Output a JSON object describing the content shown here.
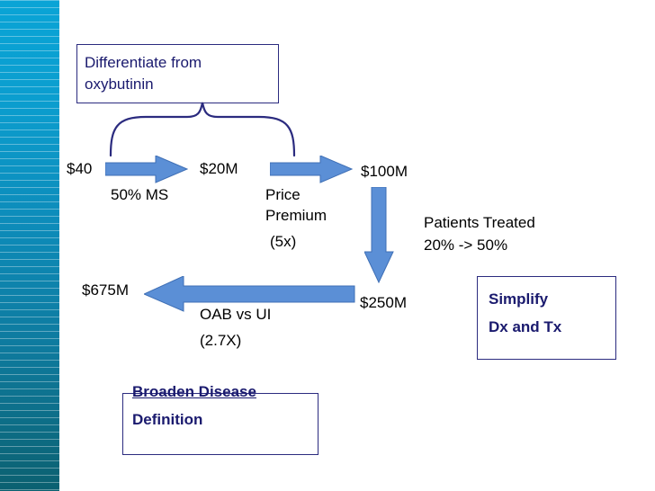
{
  "slide": {
    "title_box": {
      "line1": "Differentiate from",
      "line2": "oxybutinin"
    },
    "values": {
      "start": "$40",
      "after_ms": "$20M",
      "after_premium": "$100M",
      "after_patients": "$250M",
      "after_oab": "$675M"
    },
    "labels": {
      "ms": "50% MS",
      "premium_line1": "Price",
      "premium_line2": "Premium",
      "premium_line3": "(5x)",
      "patients_line1": "Patients Treated",
      "patients_line2": "20% -> 50%",
      "oab_line1": "OAB vs UI",
      "oab_line2": "(2.7X)"
    },
    "simplify_box": {
      "line1": "Simplify",
      "line2": "Dx and Tx"
    },
    "broaden_box": {
      "line1": "Broaden Disease",
      "line2": "Definition"
    },
    "colors": {
      "arrow_fill": "#5b8fd6",
      "arrow_stroke": "#3f6fb5",
      "box_border": "#2b2b7f",
      "box_text": "#1a1a6e",
      "body_text": "#000000",
      "bar_top": "#0aa4d6",
      "bar_bottom": "#0b6070"
    },
    "icons": {
      "arrow_right_1": "arrow-right-icon",
      "arrow_right_2": "arrow-right-icon",
      "arrow_down": "arrow-down-icon",
      "arrow_left": "arrow-left-icon",
      "brace": "curly-brace-icon"
    }
  }
}
